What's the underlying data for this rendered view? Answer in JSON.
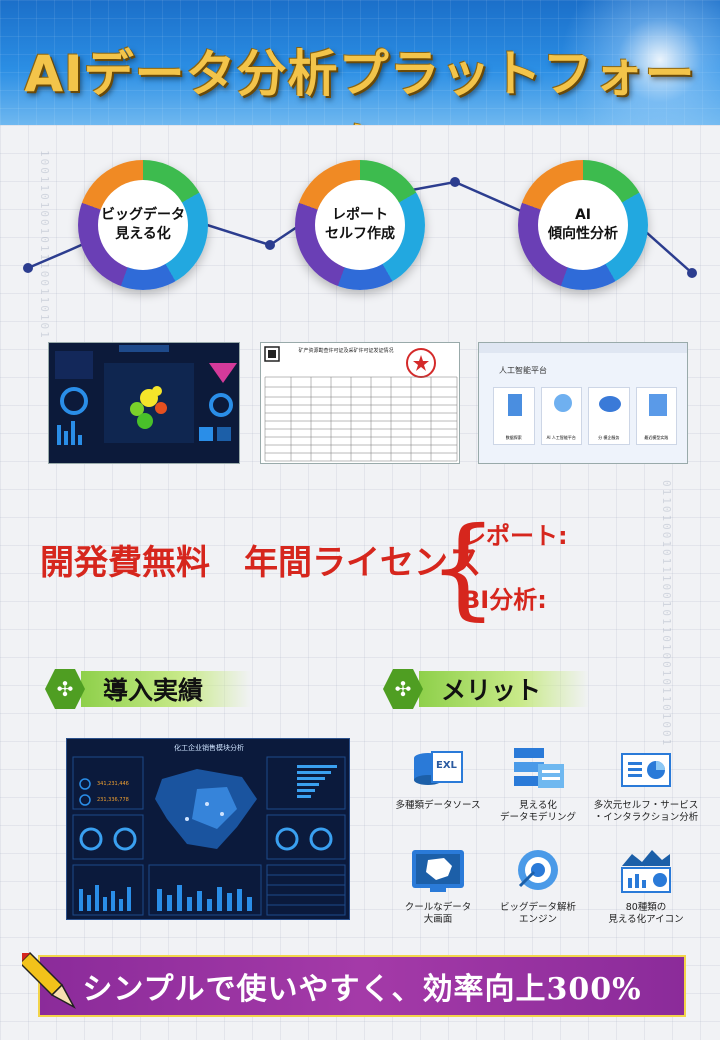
{
  "header": {
    "title": "AIデータ分析プラットフォーム"
  },
  "rings": [
    {
      "line1": "ビッグデータ",
      "line2": "見える化"
    },
    {
      "line1": "レポート",
      "line2": "セルフ作成"
    },
    {
      "line1": "AI",
      "line2": "傾向性分析"
    }
  ],
  "thumbnails": {
    "aiui_title": "人工智能平台",
    "aiui_cards": [
      "数据探索",
      "AI 人工智能平台",
      "分 模企服务",
      "最近模型实践"
    ],
    "sheet_title": "矿产资源勘查许可证及采矿许可证发证情况"
  },
  "license": {
    "main": "開発費無料　年間ライセンス",
    "item1": "レポート:",
    "item2": "BI分析:"
  },
  "sections": {
    "results": "導入実績",
    "merits": "メリット"
  },
  "dashboard": {
    "title": "化工企业销售模块分析",
    "num1": "341,231,446",
    "num2": "231,336,778"
  },
  "merits": [
    {
      "cap": "多種類データソース",
      "icon": "database-excel-icon",
      "badge": "EXL"
    },
    {
      "cap": "見える化\nデータモデリング",
      "icon": "data-modeling-icon"
    },
    {
      "cap": "多次元セルフ・サービス\n・インタラクション分析",
      "icon": "pie-report-icon"
    },
    {
      "cap": "クールなデータ\n大画面",
      "icon": "map-screen-icon"
    },
    {
      "cap": "ビッグデータ解析\nエンジン",
      "icon": "engine-icon"
    },
    {
      "cap": "80種類の\n見える化アイコン",
      "icon": "chart-icons-icon"
    }
  ],
  "slogan": "シンプルで使いやすく、効率向上300%",
  "colors": {
    "accent_red": "#d6261d",
    "banner_green": "#4f9e22",
    "slogan_purple": "#a43aa8",
    "title_gold": "#f3c44a"
  }
}
